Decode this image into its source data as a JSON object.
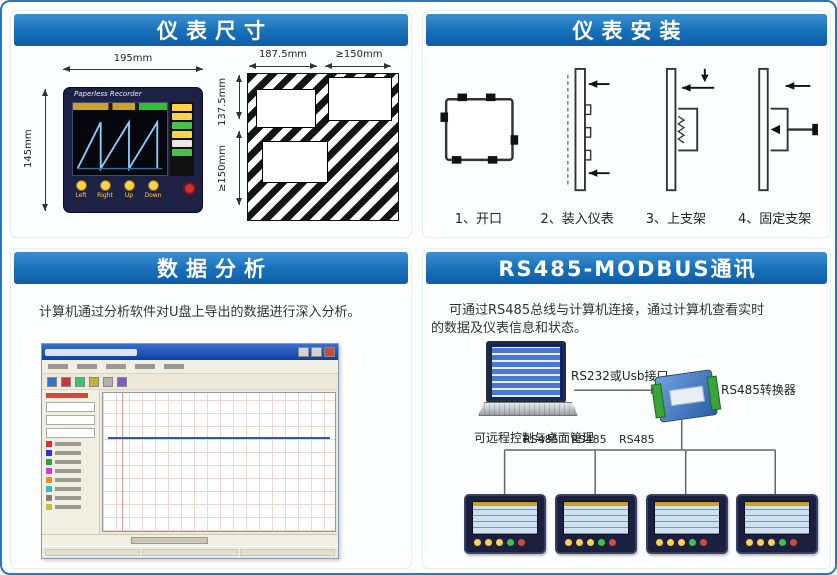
{
  "page": {
    "accent_color": "#1670b8",
    "border_color": "#2e75b6"
  },
  "panels": {
    "dimensions": {
      "title": "仪表尺寸",
      "device": {
        "brand": "Paperless Recorder",
        "width_label": "195mm",
        "height_label": "145mm",
        "buttons": [
          "Left",
          "Right",
          "Up",
          "Down"
        ]
      },
      "cutout": {
        "top_width_label": "187.5mm",
        "top_gap_label": "≥150mm",
        "side_height_label": "137.5mm",
        "side_gap_label": "≥150mm"
      }
    },
    "installation": {
      "title": "仪表安装",
      "steps": [
        {
          "label": "1、开口"
        },
        {
          "label": "2、装入仪表"
        },
        {
          "label": "3、上支架"
        },
        {
          "label": "4、固定支架"
        }
      ]
    },
    "analysis": {
      "title": "数据分析",
      "description": "计算机通过分析软件对U盘上导出的数据进行深入分析。"
    },
    "communication": {
      "title": "RS485-MODBUS通讯",
      "description_line1": "可通过RS485总线与计算机连接，通过计算机查看实时",
      "description_line2": "的数据及仪表信息和状态。",
      "usb_label": "RS232或Usb接口",
      "converter_label": "RS485转换器",
      "remote_label": "可远程控制与桌面管理",
      "bus_labels": [
        "RS485",
        "RS485",
        "RS485"
      ]
    }
  }
}
